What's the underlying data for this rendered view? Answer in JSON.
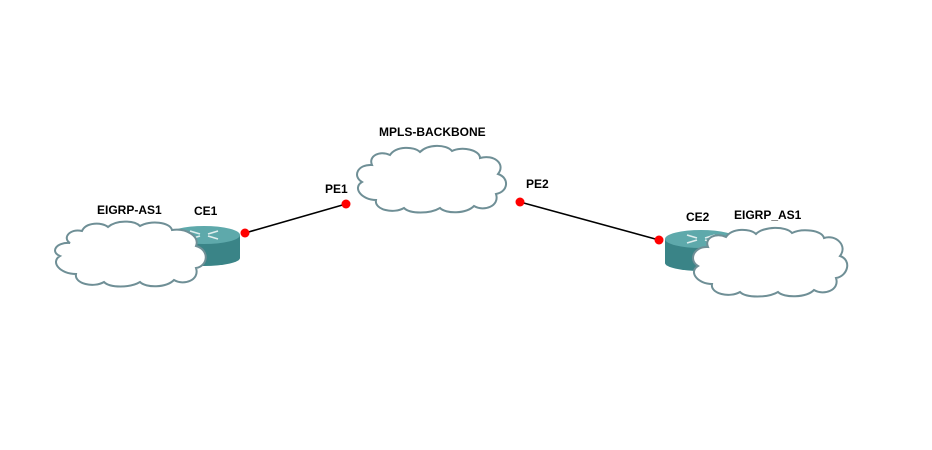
{
  "diagram": {
    "clouds": {
      "left": {
        "label": "EIGRP-AS1"
      },
      "center": {
        "label": "MPLS-BACKBONE"
      },
      "right": {
        "label": "EIGRP_AS1"
      }
    },
    "routers": {
      "ce1": {
        "label": "CE1",
        "icon": "router-icon"
      },
      "ce2": {
        "label": "CE2",
        "icon": "router-icon"
      }
    },
    "nodes": {
      "pe1": {
        "label": "PE1"
      },
      "pe2": {
        "label": "PE2"
      }
    },
    "colors": {
      "cloud_stroke": "#6f8f96",
      "cloud_fill": "#ffffff",
      "router_body": "#3d8c8e",
      "router_top": "#5aa6a8",
      "link": "#000000",
      "port_dot": "#ff0000"
    }
  }
}
